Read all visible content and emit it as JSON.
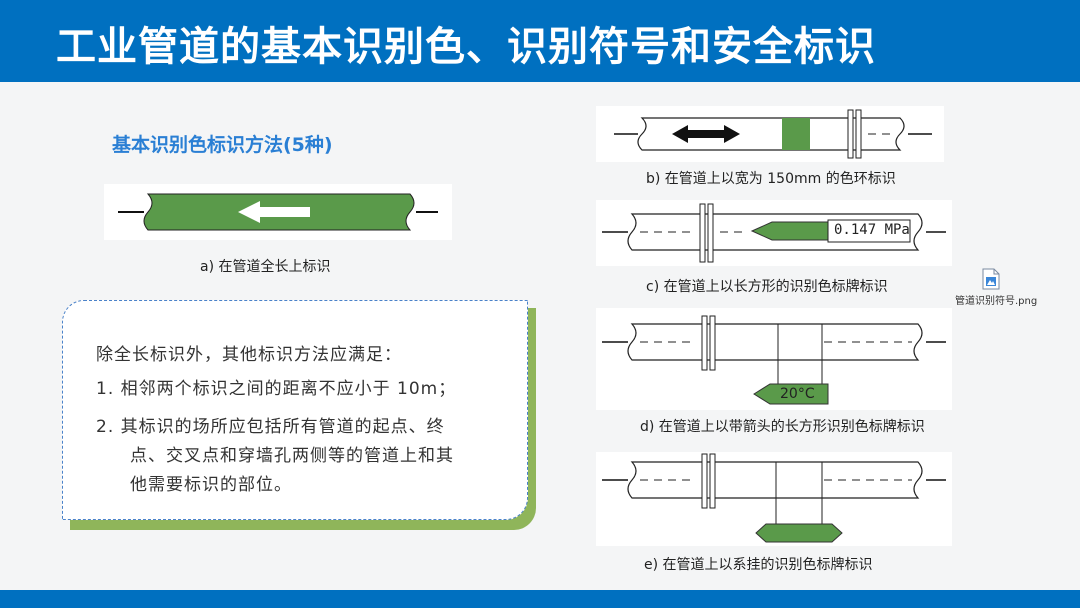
{
  "header": {
    "title": "工业管道的基本识别色、识别符号和安全标识"
  },
  "section": {
    "subtitle": "基本识别色标识方法(5种)"
  },
  "figures": {
    "a_caption": "a) 在管道全长上标识",
    "b_caption": "b) 在管道上以宽为 150mm 的色环标识",
    "c_caption": "c) 在管道上以长方形的识别色标牌标识",
    "c_sign_text": "0.147 MPa",
    "d_caption": "d) 在管道上以带箭头的长方形识别色标牌标识",
    "d_sign_text": "20°C",
    "e_caption": "e) 在管道上以系挂的识别色标牌标识"
  },
  "note": {
    "intro": "除全长标识外，其他标识方法应满足：",
    "item1": "1.  相邻两个标识之间的距离不应小于 10m；",
    "item2_line1": "2.  其标识的场所应包括所有管道的起点、终",
    "item2_line2": "点、交叉点和穿墙孔两侧等的管道上和其",
    "item2_line3": "他需要标识的部位。"
  },
  "attachment": {
    "file_name": "管道识别符号.png",
    "icon": "image-file-icon"
  },
  "colors": {
    "brand_blue": "#0070c0",
    "pipe_green": "#5a9a4a",
    "note_green": "#8fb55a",
    "subtitle_blue": "#2a7fd4"
  }
}
